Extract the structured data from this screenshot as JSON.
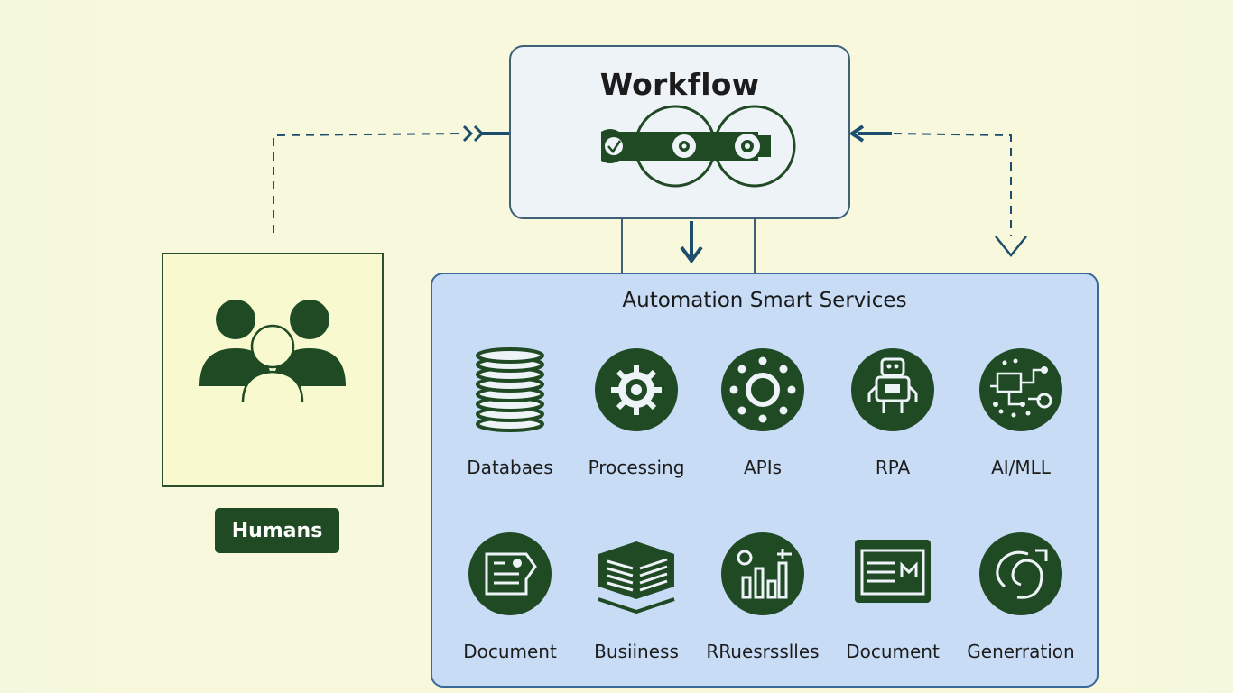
{
  "diagram": {
    "workflow": {
      "title": "Workflow"
    },
    "humans": {
      "label": "Humans"
    },
    "services": {
      "title": "Automation Smart Services",
      "items": [
        {
          "label": "Databaes",
          "icon": "database-icon"
        },
        {
          "label": "Processing",
          "icon": "gear-icon"
        },
        {
          "label": "APIs",
          "icon": "api-ring-icon"
        },
        {
          "label": "RPA",
          "icon": "robot-icon"
        },
        {
          "label": "AI/MLL",
          "icon": "circuit-icon"
        },
        {
          "label": "Document",
          "icon": "document-icon"
        },
        {
          "label": "Busiiness",
          "icon": "layers-icon"
        },
        {
          "label": "RRuesrsslles",
          "icon": "bar-chart-icon"
        },
        {
          "label": "Document",
          "icon": "screen-document-icon"
        },
        {
          "label": "Generration",
          "icon": "generation-icon"
        }
      ]
    },
    "colors": {
      "dark_green": "#1f4a23",
      "arrow_blue": "#1d4e6e",
      "services_fill": "#c8dcf5",
      "humans_fill": "#f9f9cf",
      "page_bg": "#f8f9dc"
    }
  }
}
